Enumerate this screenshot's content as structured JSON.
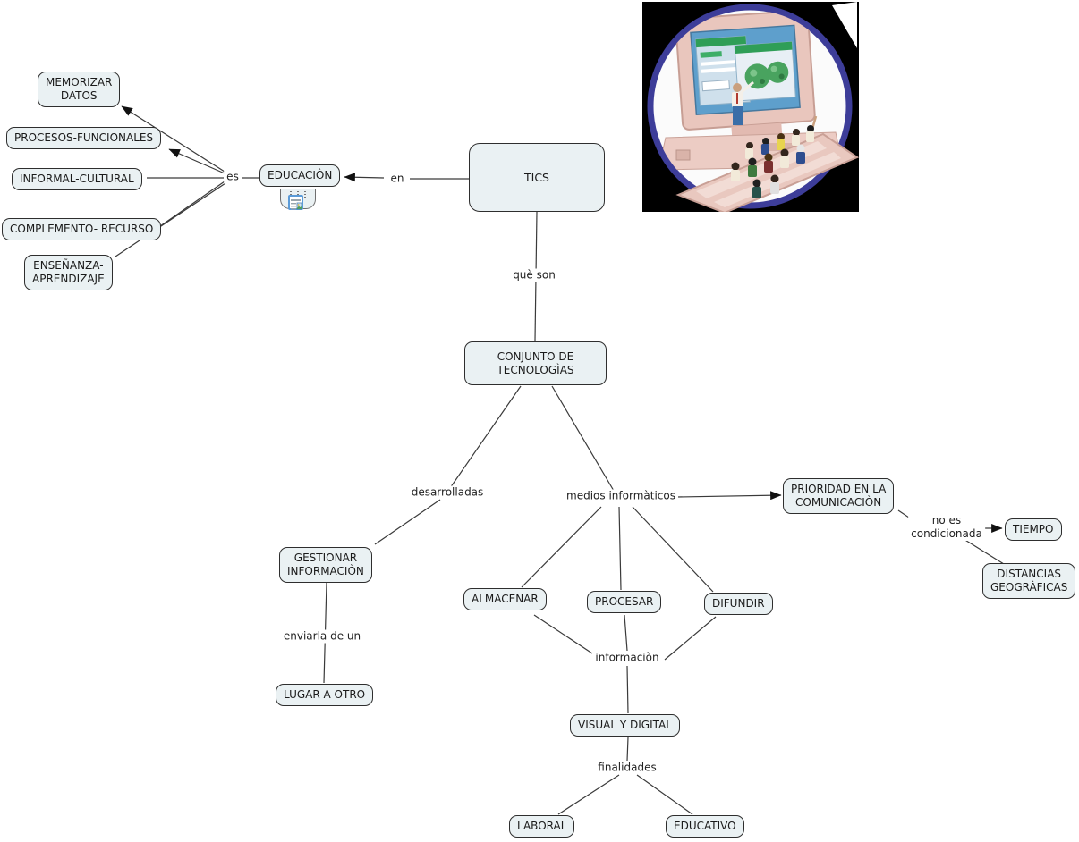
{
  "colors": {
    "node_fill": "#eaf1f3",
    "node_border": "#2e2e2e",
    "line": "#3a3a3a",
    "arrow": "#111111",
    "image_ring": "#3d3d99",
    "image_background": "#000000"
  },
  "nodes": {
    "memorizar": {
      "label": "MEMORIZAR\nDATOS"
    },
    "procesos": {
      "label": "PROCESOS-FUNCIONALES"
    },
    "informal": {
      "label": "INFORMAL-CULTURAL"
    },
    "complemento": {
      "label": "COMPLEMENTO- RECURSO"
    },
    "ensenanza": {
      "label": "ENSEÑANZA-\nAPRENDIZAJE"
    },
    "educacion": {
      "label": "EDUCACIÒN"
    },
    "tics": {
      "label": "TICS"
    },
    "conjunto": {
      "label": "CONJUNTO DE\nTECNOLOGÌAS"
    },
    "gestionar": {
      "label": "GESTIONAR\nINFORMACIÒN"
    },
    "lugar": {
      "label": "LUGAR A OTRO"
    },
    "almacenar": {
      "label": "ALMACENAR"
    },
    "procesar": {
      "label": "PROCESAR"
    },
    "difundir": {
      "label": "DIFUNDIR"
    },
    "prioridad": {
      "label": "PRIORIDAD EN LA\nCOMUNICACIÒN"
    },
    "tiempo": {
      "label": "TIEMPO"
    },
    "distancias": {
      "label": "DISTANCIAS\nGEOGRÀFICAS"
    },
    "visual": {
      "label": "VISUAL Y DIGITAL"
    },
    "laboral": {
      "label": "LABORAL"
    },
    "educativo": {
      "label": "EDUCATIVO"
    }
  },
  "links": {
    "es": {
      "label": "es"
    },
    "en": {
      "label": "en"
    },
    "que_son": {
      "label": "què son"
    },
    "desarrolladas": {
      "label": "desarrolladas"
    },
    "medios": {
      "label": "medios informàticos"
    },
    "no_es": {
      "label": "no es\ncondicionada"
    },
    "enviarla": {
      "label": "enviarla de un"
    },
    "informacion": {
      "label": "informaciòn"
    },
    "finalidades": {
      "label": "finalidades"
    }
  },
  "clipart": {
    "alt": "computer monitor with presenter pointing at screen and small audience figures seated on keyboard"
  },
  "icons": {
    "resource": "image-resource-icon"
  }
}
